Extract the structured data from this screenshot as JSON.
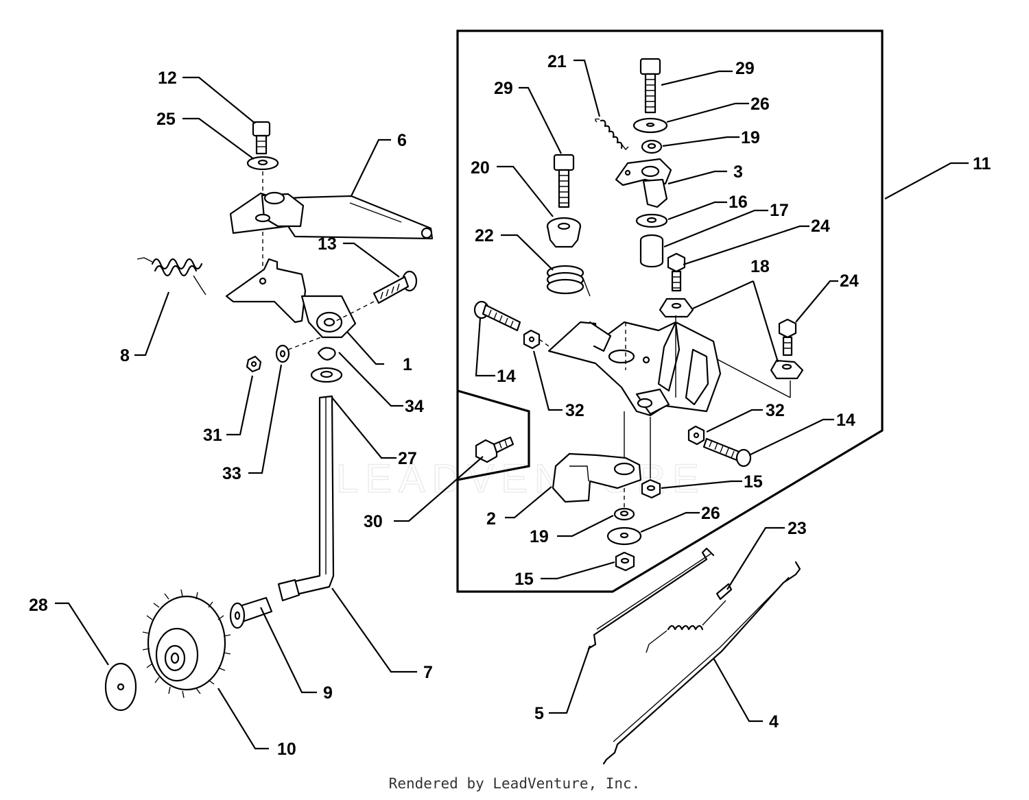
{
  "callouts": [
    {
      "id": "1",
      "label": "1"
    },
    {
      "id": "2",
      "label": "2"
    },
    {
      "id": "3",
      "label": "3"
    },
    {
      "id": "4",
      "label": "4"
    },
    {
      "id": "5",
      "label": "5"
    },
    {
      "id": "6",
      "label": "6"
    },
    {
      "id": "7",
      "label": "7"
    },
    {
      "id": "8",
      "label": "8"
    },
    {
      "id": "9",
      "label": "9"
    },
    {
      "id": "10",
      "label": "10"
    },
    {
      "id": "11",
      "label": "11"
    },
    {
      "id": "12",
      "label": "12"
    },
    {
      "id": "13",
      "label": "13"
    },
    {
      "id": "14",
      "label": "14"
    },
    {
      "id": "15",
      "label": "15"
    },
    {
      "id": "16",
      "label": "16"
    },
    {
      "id": "17",
      "label": "17"
    },
    {
      "id": "18",
      "label": "18"
    },
    {
      "id": "19",
      "label": "19"
    },
    {
      "id": "20",
      "label": "20"
    },
    {
      "id": "21",
      "label": "21"
    },
    {
      "id": "22",
      "label": "22"
    },
    {
      "id": "23",
      "label": "23"
    },
    {
      "id": "24",
      "label": "24"
    },
    {
      "id": "25",
      "label": "25"
    },
    {
      "id": "26",
      "label": "26"
    },
    {
      "id": "27",
      "label": "27"
    },
    {
      "id": "28",
      "label": "28"
    },
    {
      "id": "29",
      "label": "29"
    },
    {
      "id": "30",
      "label": "30"
    },
    {
      "id": "31",
      "label": "31"
    },
    {
      "id": "32",
      "label": "32"
    },
    {
      "id": "33",
      "label": "33"
    },
    {
      "id": "34",
      "label": "34"
    }
  ],
  "watermark": "LEADVENTURE",
  "footer": "Rendered by LeadVenture, Inc.",
  "colors": {
    "ink": "#000000",
    "background": "#ffffff",
    "watermark": "#ececec"
  }
}
